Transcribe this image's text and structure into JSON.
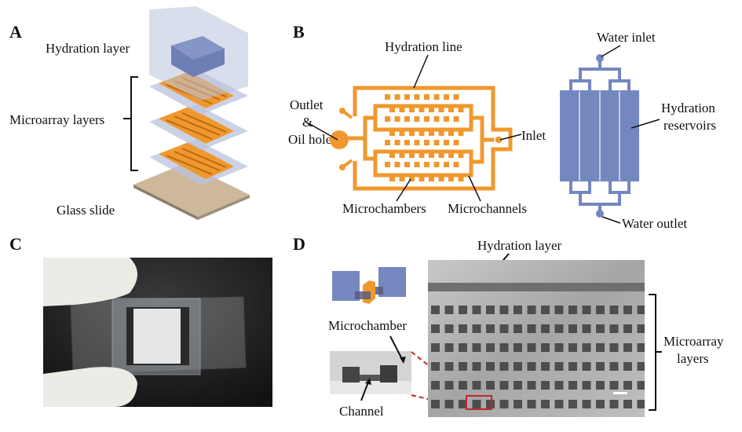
{
  "figure": {
    "panels": {
      "A": {
        "letter": "A",
        "labels": {
          "hydration_layer": "Hydration layer",
          "microarray_layers": "Microarray layers",
          "glass_slide": "Glass slide"
        },
        "microarray_layer_count": 3
      },
      "B": {
        "letter": "B",
        "labels": {
          "hydration_line": "Hydration line",
          "outlet_line1": "Outlet",
          "outlet_line2": "&",
          "outlet_line3": "Oil hole",
          "inlet": "Inlet",
          "microchambers": "Microchambers",
          "microchannels": "Microchannels",
          "water_inlet": "Water inlet",
          "hydration_reservoirs_line1": "Hydration",
          "hydration_reservoirs_line2": "reservoirs",
          "water_outlet": "Water outlet"
        },
        "reservoir_count": 4
      },
      "C": {
        "letter": "C",
        "description": "Photo of gloved fingers holding the assembled chip on a glass slide"
      },
      "D": {
        "letter": "D",
        "labels": {
          "hydration_layer": "Hydration layer",
          "microchamber": "Microchamber",
          "channel": "Channel",
          "microarray_line1": "Microarray",
          "microarray_line2": "layers"
        },
        "microchamber_rows": 6
      }
    },
    "colors": {
      "orange": "#F0982E",
      "blue": "#7587BF",
      "blue_translucent": "#B9C3DC",
      "glass_slide": "#CDB89A",
      "highlight_red": "#C0272D"
    }
  }
}
